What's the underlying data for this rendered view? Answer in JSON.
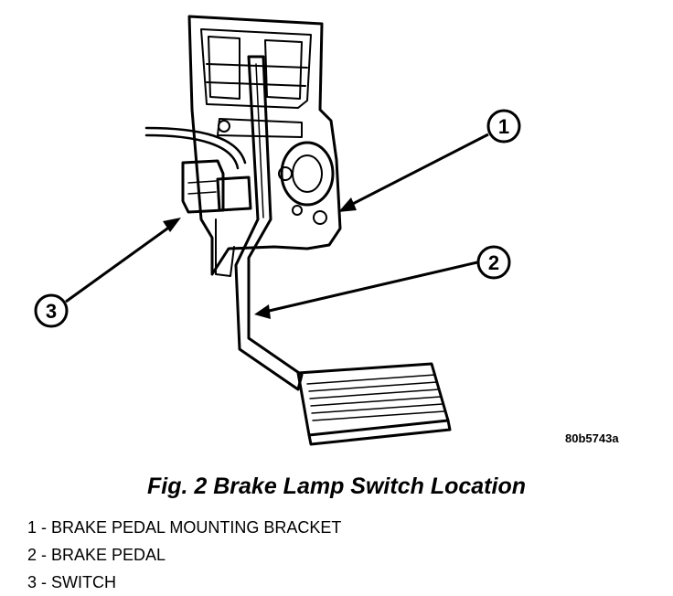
{
  "figure": {
    "code": "80b5743a",
    "caption": "Fig. 2 Brake Lamp Switch Location",
    "callouts": [
      {
        "label": "1",
        "target": "brake-pedal-mounting-bracket"
      },
      {
        "label": "2",
        "target": "brake-pedal"
      },
      {
        "label": "3",
        "target": "switch"
      }
    ]
  },
  "legend": [
    {
      "text": "1 - BRAKE PEDAL MOUNTING BRACKET"
    },
    {
      "text": "2 - BRAKE PEDAL"
    },
    {
      "text": "3 - SWITCH"
    }
  ]
}
